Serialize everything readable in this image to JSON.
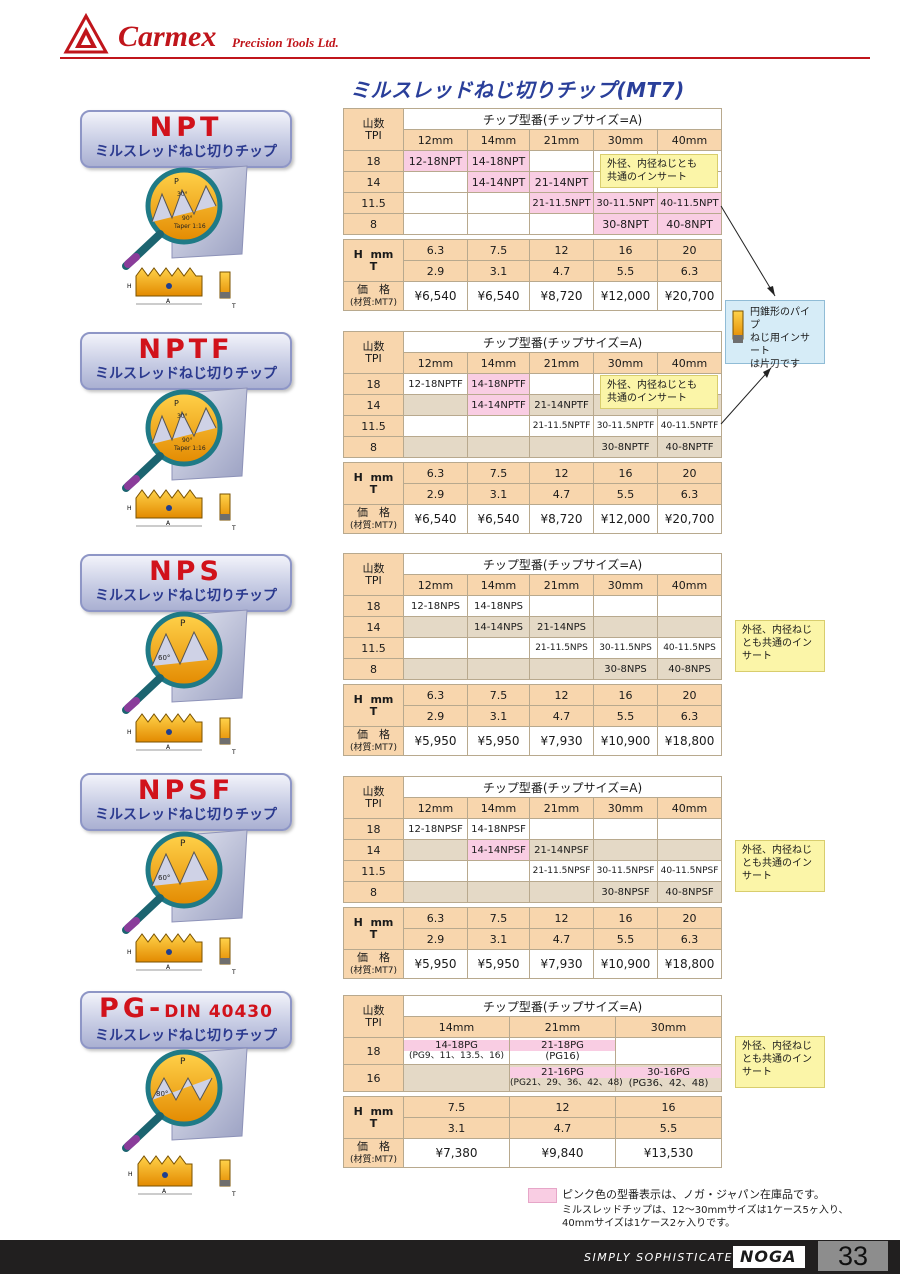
{
  "header": {
    "brand": "Carmex",
    "brand_sub": "Precision Tools Ltd.",
    "page_title": "ミルスレッドねじ切りチップ(MT7)",
    "brand_color": "#c0151b"
  },
  "common": {
    "tpi_label": [
      "山数",
      "TPI"
    ],
    "chip_header": "チップ型番(チップサイズ=A)",
    "h_label": "H",
    "t_label": "T",
    "mm_label": "mm",
    "price_label": [
      "価　格",
      "(材質:MT7)"
    ]
  },
  "colors": {
    "pink_stock": "#f9cde3",
    "size_header": "#f8d6ad",
    "tan_row": "#e4d9c6",
    "note_yellow": "#fbf5a8",
    "note_blue": "#d6ecf7"
  },
  "sections": [
    {
      "name": "NPT",
      "sub": "ミルスレッドねじ切りチップ",
      "sizes": [
        "12mm",
        "14mm",
        "21mm",
        "30mm",
        "40mm"
      ],
      "rows": [
        {
          "tpi": "18",
          "cells": [
            "12-18NPT",
            "14-18NPT",
            "",
            "",
            ""
          ]
        },
        {
          "tpi": "14",
          "cells": [
            "",
            "14-14NPT",
            "21-14NPT",
            "",
            ""
          ]
        },
        {
          "tpi": "11.5",
          "cells": [
            "",
            "",
            "21-11.5NPT",
            "30-11.5NPT",
            "40-11.5NPT"
          ]
        },
        {
          "tpi": "8",
          "cells": [
            "",
            "",
            "",
            "30-8NPT",
            "40-8NPT"
          ]
        }
      ],
      "H": [
        "6.3",
        "7.5",
        "12",
        "16",
        "20"
      ],
      "T": [
        "2.9",
        "3.1",
        "4.7",
        "5.5",
        "6.3"
      ],
      "price": [
        "¥6,540",
        "¥6,540",
        "¥8,720",
        "¥12,000",
        "¥20,700"
      ],
      "note": [
        "外径、内径ねじとも",
        "共通のインサート"
      ]
    },
    {
      "name": "NPTF",
      "sub": "ミルスレッドねじ切りチップ",
      "sizes": [
        "12mm",
        "14mm",
        "21mm",
        "30mm",
        "40mm"
      ],
      "rows": [
        {
          "tpi": "18",
          "cells": [
            "12-18NPTF",
            "14-18NPTF",
            "",
            "",
            ""
          ]
        },
        {
          "tpi": "14",
          "cells": [
            "",
            "14-14NPTF",
            "21-14NPTF",
            "",
            ""
          ]
        },
        {
          "tpi": "11.5",
          "cells": [
            "",
            "",
            "21-11.5NPTF",
            "30-11.5NPTF",
            "40-11.5NPTF"
          ]
        },
        {
          "tpi": "8",
          "cells": [
            "",
            "",
            "",
            "30-8NPTF",
            "40-8NPTF"
          ]
        }
      ],
      "H": [
        "6.3",
        "7.5",
        "12",
        "16",
        "20"
      ],
      "T": [
        "2.9",
        "3.1",
        "4.7",
        "5.5",
        "6.3"
      ],
      "price": [
        "¥6,540",
        "¥6,540",
        "¥8,720",
        "¥12,000",
        "¥20,700"
      ],
      "note": [
        "外径、内径ねじとも",
        "共通のインサート"
      ]
    },
    {
      "name": "NPS",
      "sub": "ミルスレッドねじ切りチップ",
      "sizes": [
        "12mm",
        "14mm",
        "21mm",
        "30mm",
        "40mm"
      ],
      "rows": [
        {
          "tpi": "18",
          "cells": [
            "12-18NPS",
            "14-18NPS",
            "",
            "",
            ""
          ]
        },
        {
          "tpi": "14",
          "cells": [
            "",
            "14-14NPS",
            "21-14NPS",
            "",
            ""
          ]
        },
        {
          "tpi": "11.5",
          "cells": [
            "",
            "",
            "21-11.5NPS",
            "30-11.5NPS",
            "40-11.5NPS"
          ]
        },
        {
          "tpi": "8",
          "cells": [
            "",
            "",
            "",
            "30-8NPS",
            "40-8NPS"
          ]
        }
      ],
      "H": [
        "6.3",
        "7.5",
        "12",
        "16",
        "20"
      ],
      "T": [
        "2.9",
        "3.1",
        "4.7",
        "5.5",
        "6.3"
      ],
      "price": [
        "¥5,950",
        "¥5,950",
        "¥7,930",
        "¥10,900",
        "¥18,800"
      ],
      "note": [
        "外径、内径ねじ",
        "とも共通のイン",
        "サート"
      ]
    },
    {
      "name": "NPSF",
      "sub": "ミルスレッドねじ切りチップ",
      "sizes": [
        "12mm",
        "14mm",
        "21mm",
        "30mm",
        "40mm"
      ],
      "rows": [
        {
          "tpi": "18",
          "cells": [
            "12-18NPSF",
            "14-18NPSF",
            "",
            "",
            ""
          ]
        },
        {
          "tpi": "14",
          "cells": [
            "",
            "14-14NPSF",
            "21-14NPSF",
            "",
            ""
          ]
        },
        {
          "tpi": "11.5",
          "cells": [
            "",
            "",
            "21-11.5NPSF",
            "30-11.5NPSF",
            "40-11.5NPSF"
          ]
        },
        {
          "tpi": "8",
          "cells": [
            "",
            "",
            "",
            "30-8NPSF",
            "40-8NPSF"
          ]
        }
      ],
      "H": [
        "6.3",
        "7.5",
        "12",
        "16",
        "20"
      ],
      "T": [
        "2.9",
        "3.1",
        "4.7",
        "5.5",
        "6.3"
      ],
      "price": [
        "¥5,950",
        "¥5,950",
        "¥7,930",
        "¥10,900",
        "¥18,800"
      ],
      "note": [
        "外径、内径ねじ",
        "とも共通のイン",
        "サート"
      ]
    },
    {
      "name": "PG-",
      "name_suffix": "DIN 40430",
      "sub": "ミルスレッドねじ切りチップ",
      "sizes": [
        "14mm",
        "21mm",
        "30mm"
      ],
      "rows": [
        {
          "tpi": "18",
          "cells": [
            [
              "14-18PG",
              "(PG9、11、13.5、16)"
            ],
            [
              "21-18PG",
              "(PG16)"
            ],
            [
              "",
              ""
            ]
          ]
        },
        {
          "tpi": "16",
          "cells": [
            [
              "",
              ""
            ],
            [
              "21-16PG",
              "(PG21、29、36、42、48)"
            ],
            [
              "30-16PG",
              "(PG36、42、48)"
            ]
          ]
        }
      ],
      "H": [
        "7.5",
        "12",
        "16"
      ],
      "T": [
        "3.1",
        "4.7",
        "5.5"
      ],
      "price": [
        "¥7,380",
        "¥9,840",
        "¥13,530"
      ],
      "note": [
        "外径、内径ねじ",
        "とも共通のイン",
        "サート"
      ]
    }
  ],
  "side_note": [
    "円錐形のパイプ",
    "ねじ用インサート",
    "は片刃です"
  ],
  "legend": {
    "line1": "ピンク色の型番表示は、ノガ・ジャパン在庫品です。",
    "line2": "ミルスレッドチップは、12〜30mmサイズは1ケース5ヶ入り、",
    "line3": "40mmサイズは1ケース2ヶ入りです。"
  },
  "footer": {
    "slogan": "SIMPLY  SOPHISTICATED",
    "noga": "NOGA",
    "page": "33"
  },
  "diagram_labels": {
    "taper": "Taper 1:16",
    "angle_30": "30°",
    "angle_90": "90°",
    "angle_60": "60°",
    "p": "P",
    "h": "H",
    "a": "A",
    "t": "T"
  }
}
